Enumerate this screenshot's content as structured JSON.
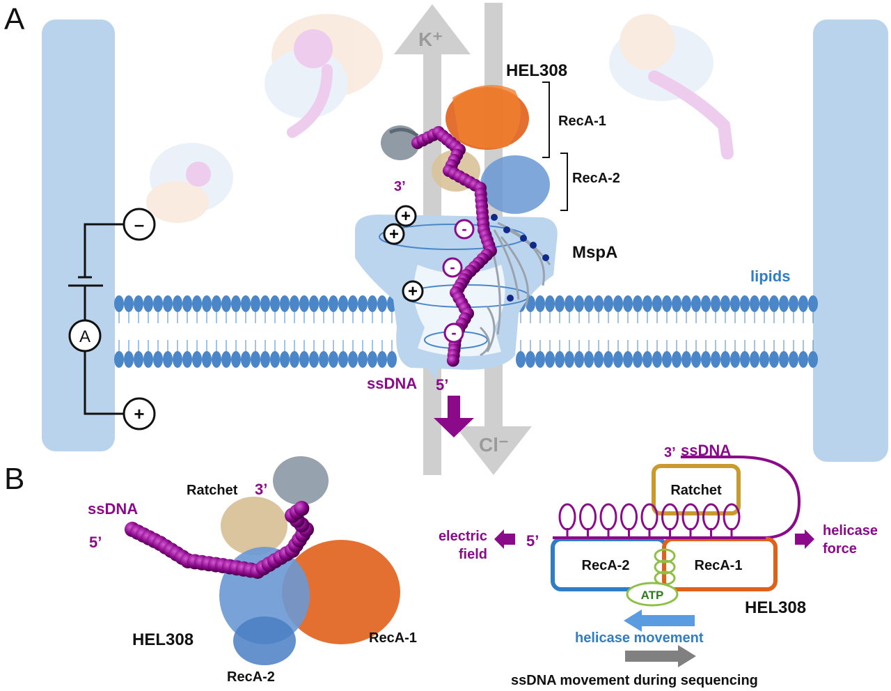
{
  "panels": {
    "a": {
      "letter": "A",
      "ion_cation": "K⁺",
      "ion_anion": "Cl⁻",
      "helicase_name": "HEL308",
      "domain_1": "RecA-1",
      "domain_2": "RecA-2",
      "pore_name": "MspA",
      "membrane_label": "lipids",
      "dna_label": "ssDNA",
      "dna_3prime": "3’",
      "dna_5prime": "5’",
      "ammeter_symbol": "A",
      "electrode_negative": "–",
      "electrode_positive": "+",
      "charge_plus": "+",
      "charge_minus": "-"
    },
    "b": {
      "letter": "B",
      "structure": {
        "ratchet_label": "Ratchet",
        "dna_3prime": "3’",
        "dna_label": "ssDNA",
        "dna_5prime": "5’",
        "helicase_name": "HEL308",
        "domain_1": "RecA-1",
        "domain_2": "RecA-2"
      },
      "schematic": {
        "dna_3prime": "3’",
        "dna_label": "ssDNA",
        "ratchet_label": "Ratchet",
        "dna_5prime": "5’",
        "domain_2": "RecA-2",
        "domain_1": "RecA-1",
        "atp_label": "ATP",
        "helicase_name": "HEL308",
        "left_force_line1": "electric",
        "left_force_line2": "field",
        "right_force_line1": "helicase",
        "right_force_line2": "force",
        "helicase_movement": "helicase movement",
        "dna_movement": "ssDNA movement during sequencing"
      }
    }
  },
  "colors": {
    "electrode_blue": "#b9d3ec",
    "lipid_blue": "#4a86c8",
    "pore_blue": "#bcd5ee",
    "dna_purple": "#8a0a8a",
    "reca1_orange": "#e0611a",
    "reca2_blue": "#4a7fc4",
    "ratchet_gold": "#c99a2e",
    "atp_green": "#8dc044",
    "arrow_gray": "#cfcfcf"
  }
}
